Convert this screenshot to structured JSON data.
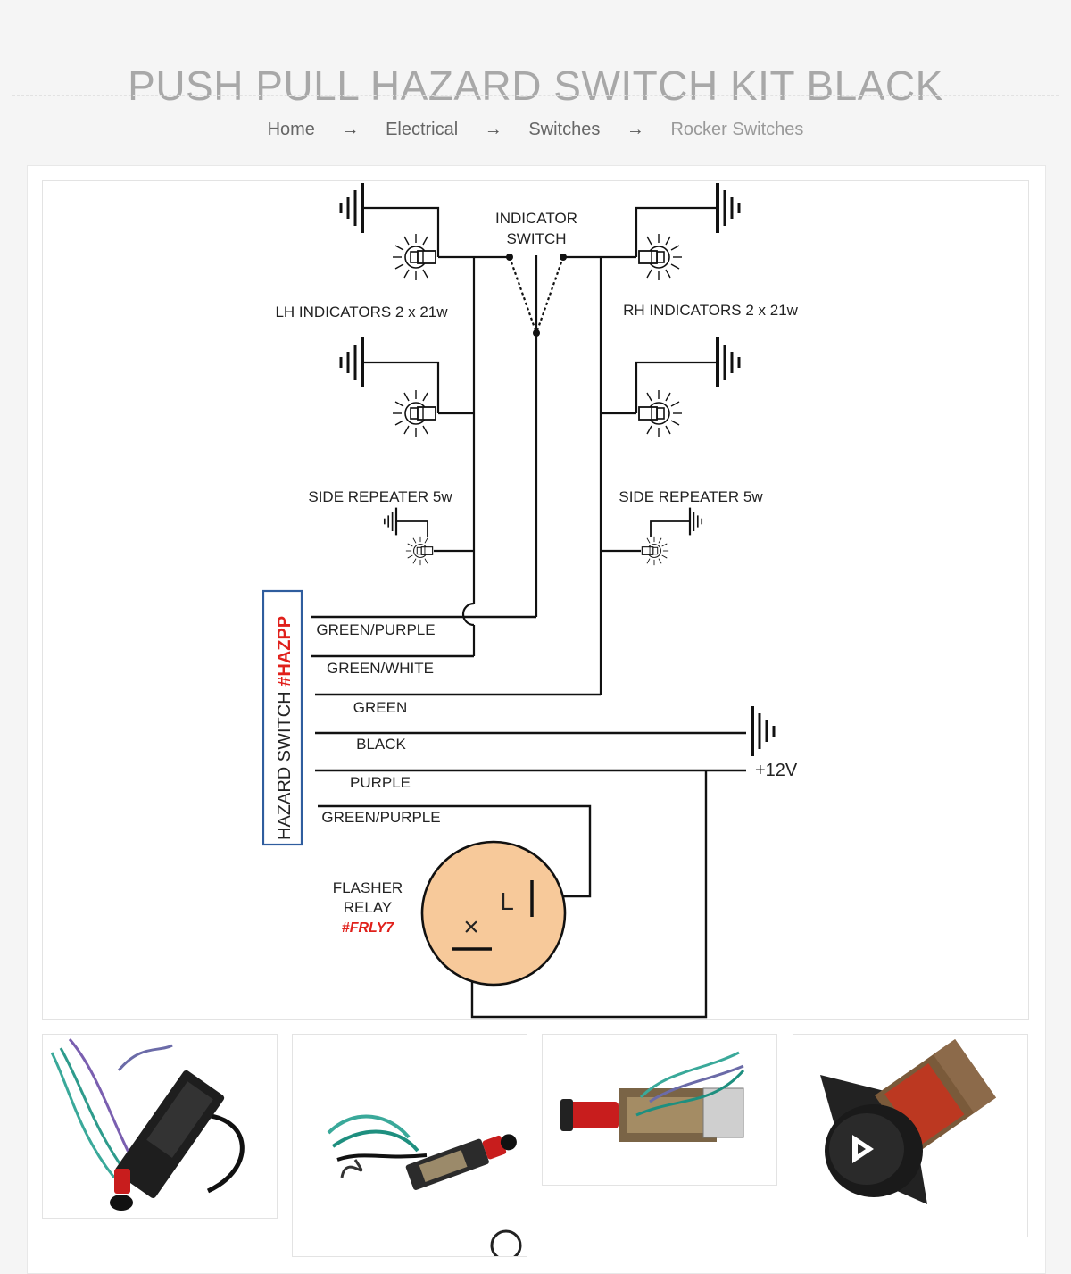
{
  "product": {
    "title": "PUSH PULL HAZARD SWITCH KIT BLACK"
  },
  "breadcrumb": {
    "items": [
      "Home",
      "Electrical",
      "Switches",
      "Rocker Switches"
    ],
    "separator": "→"
  },
  "diagram": {
    "labels": {
      "indicator_switch_1": "INDICATOR",
      "indicator_switch_2": "SWITCH",
      "lh_indicators": "LH INDICATORS 2 x 21w",
      "rh_indicators": "RH INDICATORS 2 x 21w",
      "side_repeater_left": "SIDE REPEATER 5w",
      "side_repeater_right": "SIDE REPEATER 5w",
      "hazard_switch": "HAZARD SWITCH ",
      "hazard_code": "#HAZPP",
      "flasher_1": "FLASHER",
      "flasher_2": "RELAY",
      "flasher_code": "#FRLY7",
      "positive": "+12V",
      "relay_l": "L",
      "relay_x": "×"
    },
    "wires": [
      "GREEN/PURPLE",
      "GREEN/WHITE",
      "GREEN",
      "BLACK",
      "PURPLE",
      "GREEN/PURPLE"
    ],
    "colors": {
      "line": "#111111",
      "code_red": "#e0201b",
      "relay_fill": "#f7c99a",
      "hazard_box": "#2f5d9e"
    }
  },
  "thumbnails": [
    {
      "name": "thumb-1"
    },
    {
      "name": "thumb-2"
    },
    {
      "name": "thumb-3"
    },
    {
      "name": "thumb-4"
    }
  ]
}
